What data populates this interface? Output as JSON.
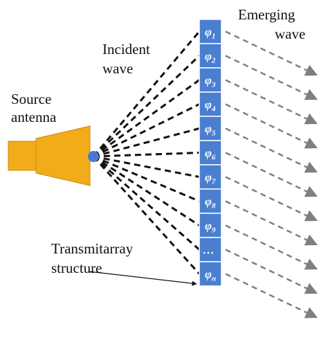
{
  "labels": {
    "source": "Source",
    "source2": "antenna",
    "incident": "Incident",
    "incident2": "wave",
    "emerging": "Emerging",
    "emerging2": "wave",
    "structure": "Transmitarray",
    "structure2": "structure"
  },
  "cells": [
    {
      "sym": "φ",
      "sub": "1"
    },
    {
      "sym": "φ",
      "sub": "2"
    },
    {
      "sym": "φ",
      "sub": "3"
    },
    {
      "sym": "φ",
      "sub": "4"
    },
    {
      "sym": "φ",
      "sub": "5"
    },
    {
      "sym": "φ",
      "sub": "6"
    },
    {
      "sym": "φ",
      "sub": "7"
    },
    {
      "sym": "φ",
      "sub": "8"
    },
    {
      "sym": "φ",
      "sub": "9"
    },
    {
      "sym": "…",
      "sub": ""
    },
    {
      "sym": "φ",
      "sub": "n"
    }
  ],
  "colors": {
    "horn": "#F2AC1A",
    "horn_edge": "#C8880C",
    "phase_center": "#4A78D4",
    "cell_fill": "#4A7FD0",
    "cell_edge": "#ffffff",
    "incident_ray": "#111111",
    "emerging_ray": "#7F7F7F"
  }
}
